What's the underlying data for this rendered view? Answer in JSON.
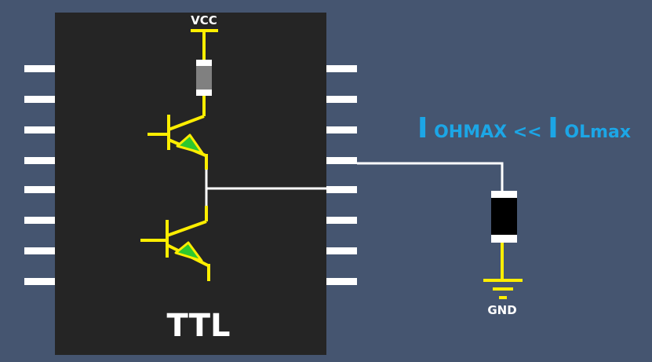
{
  "labels": {
    "vcc": "VCC",
    "gnd": "GND",
    "chip": "TTL"
  },
  "equation": {
    "left_symbol": "I",
    "left_sub": "OHMAX",
    "operator": "<<",
    "right_symbol": "I",
    "right_sub": "OLmax"
  },
  "colors": {
    "background": "#455570",
    "chip_body": "#252525",
    "pins": "#ffffff",
    "wires_yellow": "#ffee00",
    "wires_white": "#ffffff",
    "equation": "#1ca6e6",
    "arrow_fill": "#2ec82e",
    "upper_resistor": "#808080",
    "lower_resistor": "#000000"
  },
  "components": {
    "chip_left_pins": 8,
    "chip_right_pins": 8,
    "transistors": [
      "upper-npn-transistor",
      "lower-npn-transistor"
    ],
    "resistors": [
      "pull-up-resistor",
      "load-resistor"
    ]
  }
}
